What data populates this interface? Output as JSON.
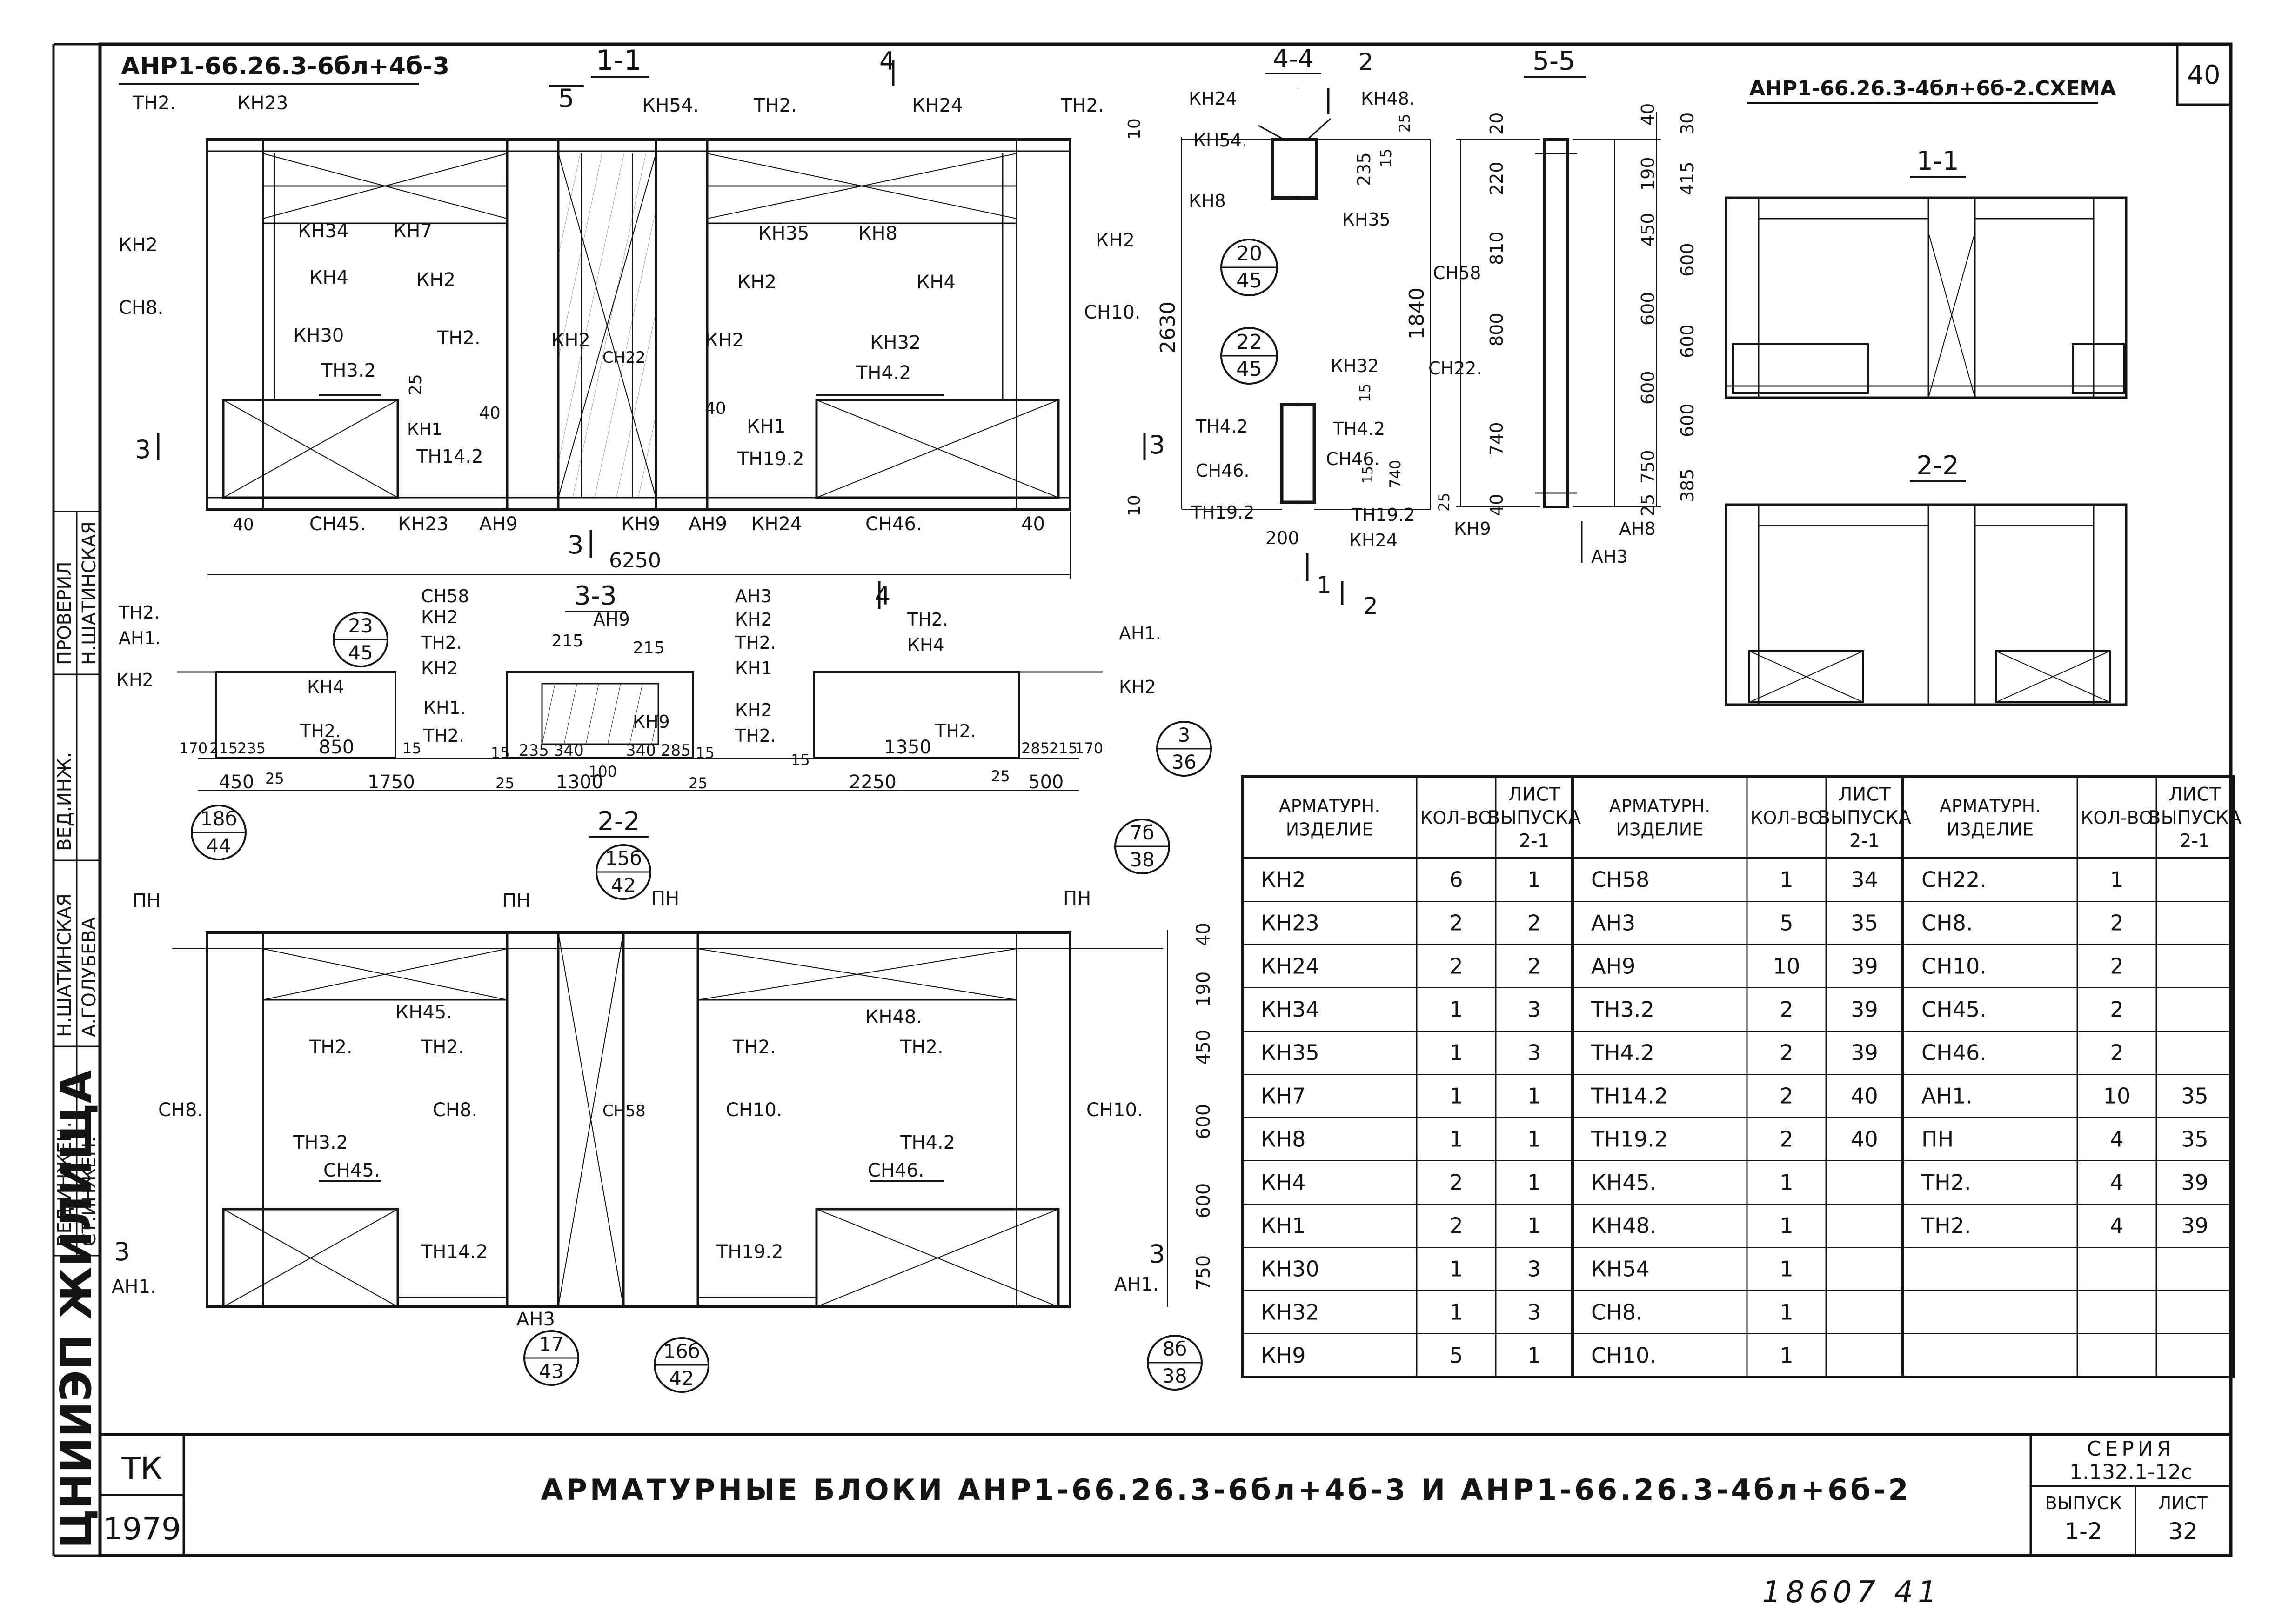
{
  "sheet": {
    "number_top_right": "40",
    "main_title": "АРМАТУРНЫЕ БЛОКИ АНР1-66.26.3-6бл+4б-3 И АНР1-66.26.3-4бл+6б-2",
    "left_block_code": "АНР1-66.26.3-6бл+4б-3",
    "right_block_code": "АНР1-66.26.3-4бл+6б-2.СХЕМА",
    "footer_stamp": "18607 41",
    "org_vertical": "ЦНИИЭП ЖИЛИЩА",
    "tk": "ТК",
    "year": "1979",
    "series_label": "СЕРИЯ",
    "series_value": "1.132.1-12с",
    "issue_label": "ВЫПУСК",
    "issue_value": "1-2",
    "page_label": "ЛИСТ",
    "page_value": "32",
    "signatures": {
      "row1_role": "ВЕД.ИНЖЕН.",
      "row1_name": "Н.ШАТИНСКАЯ",
      "row2_role": "СТ.ИНЖЕН.",
      "row2_name": "А.ГОЛУБЕВА",
      "row3_role": "ВЕД.ИНЖ.",
      "row3_name": "Н.ШАТИНСКАЯ",
      "row3_check": "ПРОВЕРИЛ"
    }
  },
  "section_labels": {
    "s11": "1-1",
    "s22": "2-2",
    "s33": "3-3",
    "s44": "4-4",
    "s55": "5-5",
    "schema_11": "1-1",
    "schema_22": "2-2",
    "cut3": "3",
    "cut4": "4",
    "cut5": "5",
    "cut1": "1",
    "cut2": "2"
  },
  "callouts_11": {
    "tn2_a": "ТН2.",
    "kn23_top": "КН23",
    "kn54": "КН54.",
    "tn2_b": "ТН2.",
    "kn24_top": "КН24",
    "tn2_c": "ТН2.",
    "kn34": "КН34",
    "kn7": "КН7",
    "kn35": "КН35",
    "kn8": "КН8",
    "kn2_l": "КН2",
    "kn2_r": "КН2",
    "sn8": "СН8.",
    "sn10": "СН10.",
    "kn4_l": "КН4",
    "kn2_m1": "КН2",
    "kn2_m2": "КН2",
    "kn4_r": "КН4",
    "kn30": "КН30",
    "tn2_m": "ТН2.",
    "kn2_i": "КН2",
    "sn22": "СН22",
    "kn2_j": "КН2",
    "kn32": "КН32",
    "tn32": "ТН3.2",
    "tn42": "ТН4.2",
    "kn1_l": "КН1",
    "kn1_r": "КН1",
    "tn142": "ТН14.2",
    "tn192": "ТН19.2",
    "sn45": "СН45.",
    "kn23_b": "КН23",
    "an9_l": "АН9",
    "kn9": "КН9",
    "an9_r": "АН9",
    "kn24_b": "КН24",
    "sn46": "СН46.",
    "d25": "25",
    "d40a": "40",
    "d40b": "40",
    "d40c": "40",
    "d40d": "40",
    "d10a": "10",
    "d10b": "10",
    "d6250": "6250"
  },
  "callouts_44": {
    "kn24": "КН24",
    "kn48": "КН48.",
    "kn54": "КН54.",
    "kn8": "КН8",
    "kn35": "КН35",
    "kn32": "КН32",
    "tn42_l": "ТН4.2",
    "tn42_r": "ТН4.2",
    "sn46_l": "СН46.",
    "sn46_r": "СН46.",
    "tn192_l": "ТН19.2",
    "tn192_r": "ТН19.2",
    "kn24_b": "КН24",
    "d2630": "2630",
    "d1840": "1840",
    "d235": "235",
    "d15a": "15",
    "d25a": "25",
    "d15b": "15",
    "d25b": "25",
    "d740": "740",
    "d155": "15",
    "d200": "200",
    "circ1_top": "20",
    "circ1_bot": "45",
    "circ2_top": "22",
    "circ2_bot": "45"
  },
  "callouts_55": {
    "sn58": "СН58",
    "sn22": "СН22.",
    "kn9": "КН9",
    "an8": "АН8",
    "an3": "АН3",
    "left_dims": [
      "20",
      "220",
      "810",
      "800",
      "740",
      "40"
    ],
    "mid_dims": [
      "40",
      "190",
      "450",
      "600",
      "600",
      "750",
      "25"
    ],
    "right_dims": [
      "30",
      "415",
      "600",
      "600",
      "600",
      "385"
    ]
  },
  "callouts_33": {
    "tn2_a": "ТН2.",
    "an1_l": "АН1.",
    "kn2_l": "КН2",
    "kn4_l": "КН4",
    "tn2_b": "ТН2.",
    "sn58": "СН58",
    "kn2_a": "КН2",
    "tn2_c": "ТН2.",
    "kn2_b": "КН2",
    "kn1_a": "КН1.",
    "tn2_d": "ТН2.",
    "an9": "АН9",
    "an3": "АН3",
    "kn2_c": "КН2",
    "tn2_e": "ТН2.",
    "kn1_b": "КН1",
    "kn9": "КН9",
    "kn2_d": "КН2",
    "tn2_f": "ТН2.",
    "tn2_g": "ТН2.",
    "kn4_r": "КН4",
    "an1_r": "АН1.",
    "kn2_r": "КН2",
    "tn2_h": "ТН2.",
    "d215a": "215",
    "d215b": "215",
    "row1": [
      "170",
      "215",
      "235",
      "850",
      "15",
      "15",
      "235",
      "340",
      "100",
      "340",
      "285",
      "15",
      "15",
      "1350",
      "285",
      "215",
      "170"
    ],
    "row2": [
      "450",
      "25",
      "1750",
      "25",
      "1300",
      "25",
      "2250",
      "25",
      "500"
    ],
    "circ1_top": "23",
    "circ1_bot": "45",
    "circ2_top": "3",
    "circ2_bot": "36"
  },
  "callouts_22": {
    "pn_l": "ПН",
    "pn_m1": "ПН",
    "pn_m2": "ПН",
    "pn_r": "ПН",
    "kn45": "КН45.",
    "kn48": "КН48.",
    "tn2_a": "ТН2.",
    "tn2_b": "ТН2.",
    "tn2_c": "ТН2.",
    "tn2_d": "ТН2.",
    "sn8_l": "СН8.",
    "sn8_m": "СН8.",
    "sn58": "СН58",
    "sn10_m": "СН10.",
    "sn10_r": "СН10.",
    "tn32": "ТН3.2",
    "tn42": "ТН4.2",
    "sn45": "СН45.",
    "sn46": "СН46.",
    "tn142": "ТН14.2",
    "tn192": "ТН19.2",
    "an1_l": "АН1.",
    "an1_r": "АН1.",
    "an3": "АН3",
    "right_dims": [
      "40",
      "190",
      "450",
      "600",
      "600",
      "750"
    ],
    "c1_top": "18б",
    "c1_bot": "44",
    "c2_top": "15б",
    "c2_bot": "42",
    "c3_top": "7б",
    "c3_bot": "38",
    "c4_top": "17",
    "c4_bot": "43",
    "c5_top": "16б",
    "c5_bot": "42",
    "c6_top": "8б",
    "c6_bot": "38"
  },
  "table": {
    "headers": [
      [
        "АРМАТУРН.",
        "ИЗДЕЛИЕ"
      ],
      [
        "КОЛ-ВО"
      ],
      [
        "ЛИСТ",
        "ВЫПУСКА",
        "2-1"
      ],
      [
        "АРМАТУРН.",
        "ИЗДЕЛИЕ"
      ],
      [
        "КОЛ-ВО"
      ],
      [
        "ЛИСТ",
        "ВЫПУСКА",
        "2-1"
      ],
      [
        "АРМАТУРН.",
        "ИЗДЕЛИЕ"
      ],
      [
        "КОЛ-ВО"
      ],
      [
        "ЛИСТ",
        "ВЫПУСКА",
        "2-1"
      ]
    ],
    "rows": [
      [
        "КН2",
        "6",
        "1",
        "СН58",
        "1",
        "34",
        "СН22.",
        "1",
        ""
      ],
      [
        "КН23",
        "2",
        "2",
        "АН3",
        "5",
        "35",
        "СН8.",
        "2",
        ""
      ],
      [
        "КН24",
        "2",
        "2",
        "АН9",
        "10",
        "39",
        "СН10.",
        "2",
        ""
      ],
      [
        "КН34",
        "1",
        "3",
        "ТН3.2",
        "2",
        "39",
        "СН45.",
        "2",
        ""
      ],
      [
        "КН35",
        "1",
        "3",
        "ТН4.2",
        "2",
        "39",
        "СН46.",
        "2",
        ""
      ],
      [
        "КН7",
        "1",
        "1",
        "ТН14.2",
        "2",
        "40",
        "АН1.",
        "10",
        "35"
      ],
      [
        "КН8",
        "1",
        "1",
        "ТН19.2",
        "2",
        "40",
        "ПН",
        "4",
        "35"
      ],
      [
        "КН4",
        "2",
        "1",
        "КН45.",
        "1",
        "",
        "ТН2.",
        "4",
        "39"
      ],
      [
        "КН1",
        "2",
        "1",
        "КН48.",
        "1",
        "",
        "ТН2.",
        "4",
        "39"
      ],
      [
        "КН30",
        "1",
        "3",
        "КН54",
        "1",
        "",
        "",
        "",
        ""
      ],
      [
        "КН32",
        "1",
        "3",
        "СН8.",
        "1",
        "",
        "",
        "",
        ""
      ],
      [
        "КН9",
        "5",
        "1",
        "СН10.",
        "1",
        "",
        "",
        "",
        ""
      ]
    ]
  }
}
